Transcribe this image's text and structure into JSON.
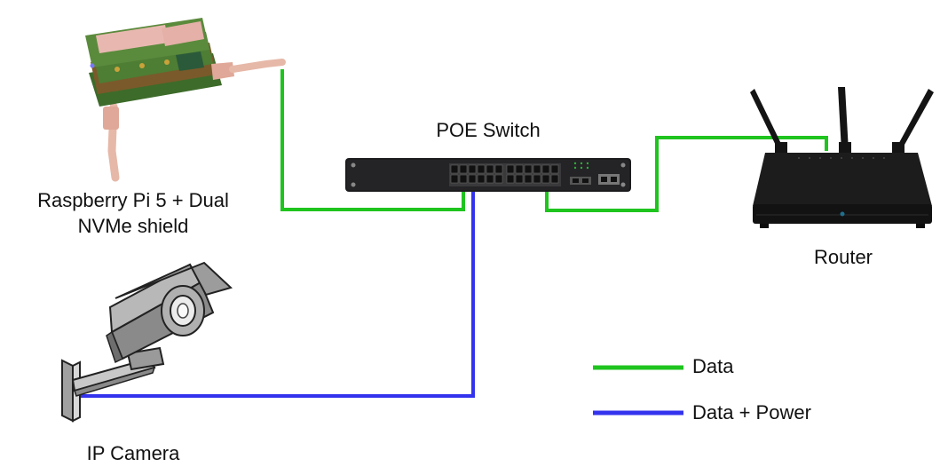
{
  "labels": {
    "switch": "POE Switch",
    "pi_line1": "Raspberry Pi 5 + Dual",
    "pi_line2": "NVMe shield",
    "router": "Router",
    "camera": "IP Camera"
  },
  "legend": [
    {
      "label": "Data",
      "color": "#1fc41f"
    },
    {
      "label": "Data + Power",
      "color": "#3333ee"
    }
  ],
  "colors": {
    "data_line": "#1fc41f",
    "power_line": "#3333ee"
  }
}
